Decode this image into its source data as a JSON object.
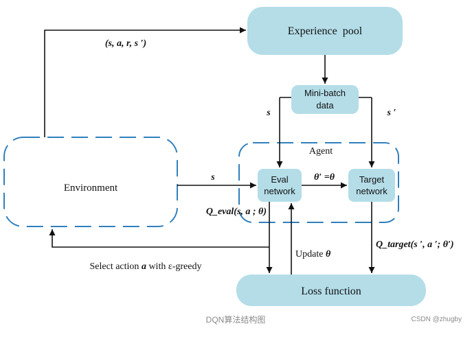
{
  "nodes": {
    "experience_pool": "Experience  pool",
    "mini_batch_line1": "Mini-batch",
    "mini_batch_line2": "data",
    "agent": "Agent",
    "eval_line1": "Eval",
    "eval_line2": "network",
    "target_line1": "Target",
    "target_line2": "network",
    "environment": "Environment",
    "loss": "Loss function"
  },
  "edge_labels": {
    "transition": "(s, a, r, s ′)",
    "s_to_eval": "s",
    "s_prime_to_target": "s ′",
    "s_env_to_eval": "s",
    "copy_weights": "θ′ =θ",
    "q_eval": "Q_eval(s, a ; θ)",
    "update": "Update ",
    "update_theta": "θ",
    "q_target": "Q_target(s ′, a ′; θ′)",
    "select_prefix": "Select action ",
    "select_a": "a",
    "select_suffix": " with ε-greedy"
  },
  "caption": "DQN算法结构图",
  "watermark": "CSDN @zhugby",
  "colors": {
    "node_fill": "#b4dde8",
    "dashed_border": "#2f7fbd",
    "line": "#111111",
    "caption": "#8a8a8a"
  }
}
